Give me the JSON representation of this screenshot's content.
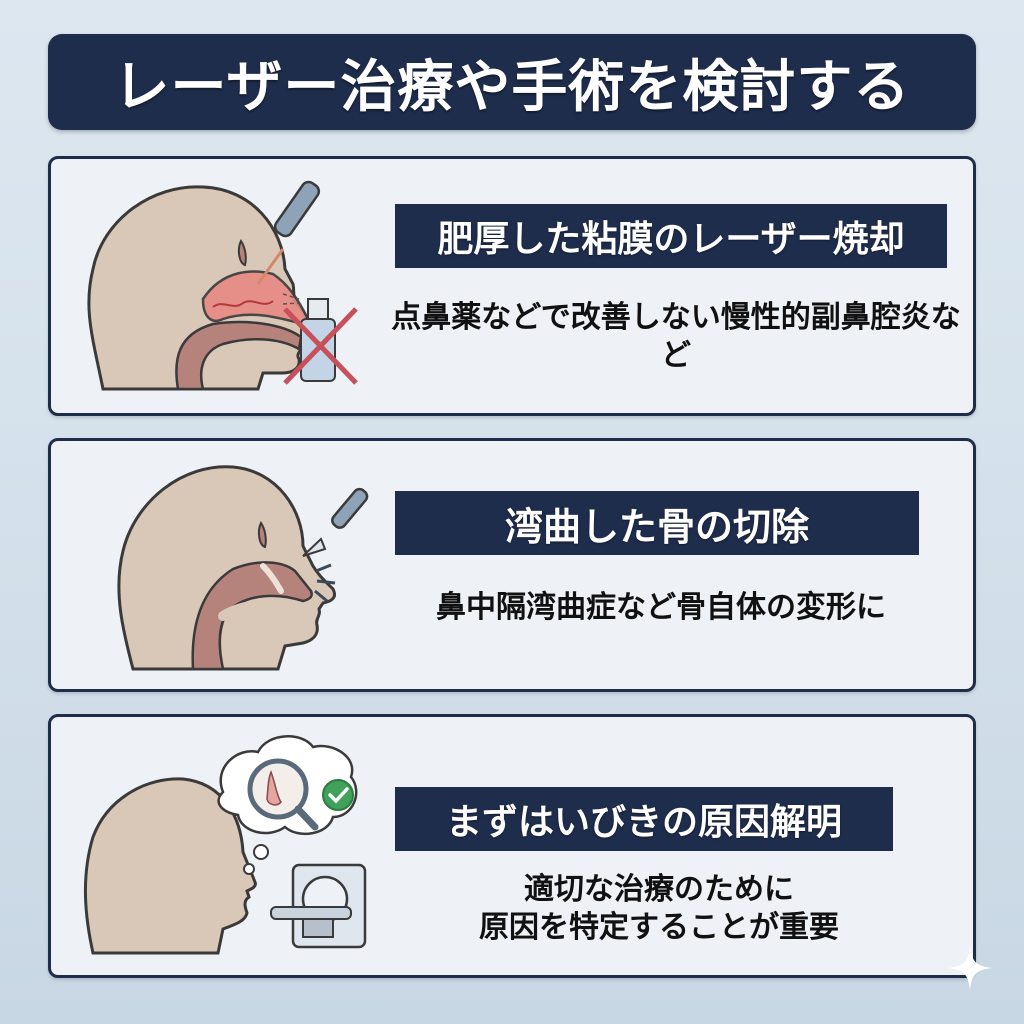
{
  "title": "レーザー治療や手術を検討する",
  "colors": {
    "navy": "#1f2d4d",
    "card_bg": "#eef1f5",
    "page_bg": "#d2dfea",
    "skin": "#d9c7b8",
    "tissue": "#b5837c",
    "inflamed": "#e88a85",
    "check_green": "#3fa15a",
    "cross_red": "#c8505a"
  },
  "cards": [
    {
      "heading": "肥厚した粘膜のレーザー焼却",
      "description": "点鼻薬などで改善しない慢性的副鼻腔炎など",
      "icons": [
        "head-profile-icon",
        "laser-pen-icon",
        "nasal-spray-crossed-icon"
      ]
    },
    {
      "heading": "湾曲した骨の切除",
      "description": "鼻中隔湾曲症など骨自体の変形に",
      "icons": [
        "head-profile-icon",
        "scalpel-icon"
      ]
    },
    {
      "heading": "まずはいびきの原因解明",
      "description_lines": [
        "適切な治療のために",
        "原因を特定することが重要"
      ],
      "icons": [
        "head-profile-icon",
        "thought-bubble-icon",
        "magnifier-nose-icon",
        "check-icon",
        "ct-scanner-icon"
      ]
    }
  ]
}
